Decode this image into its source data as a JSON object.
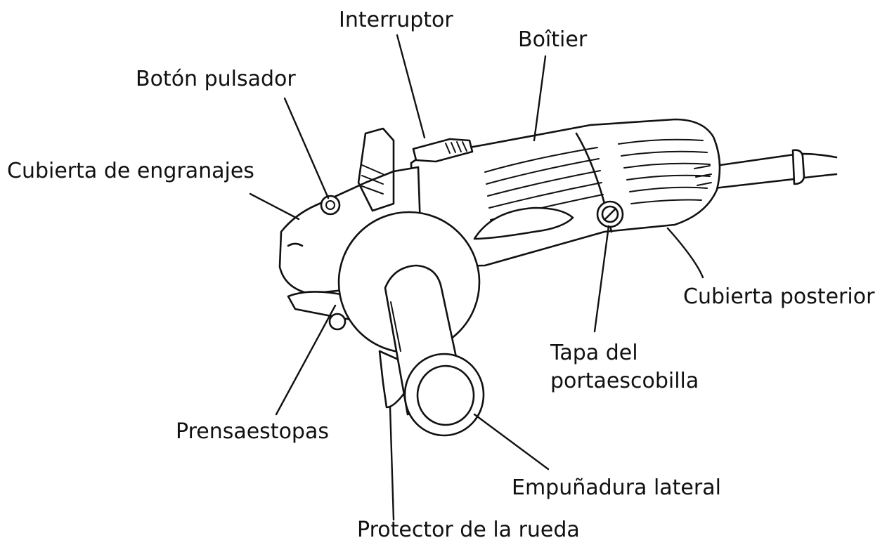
{
  "diagram": {
    "labels": {
      "interruptor": "Interruptor",
      "boitier": "Boîtier",
      "boton_pulsador": "Botón pulsador",
      "cubierta_engranajes": "Cubierta de engranajes",
      "cubierta_posterior": "Cubierta posterior",
      "tapa_portaescobilla_1": "Tapa del",
      "tapa_portaescobilla_2": "portaescobilla",
      "prensaestopas": "Prensaestopas",
      "empunadura_lateral": "Empuñadura lateral",
      "protector_rueda": "Protector de la rueda"
    },
    "colors": {
      "ink": "#111111",
      "background": "#ffffff"
    }
  }
}
